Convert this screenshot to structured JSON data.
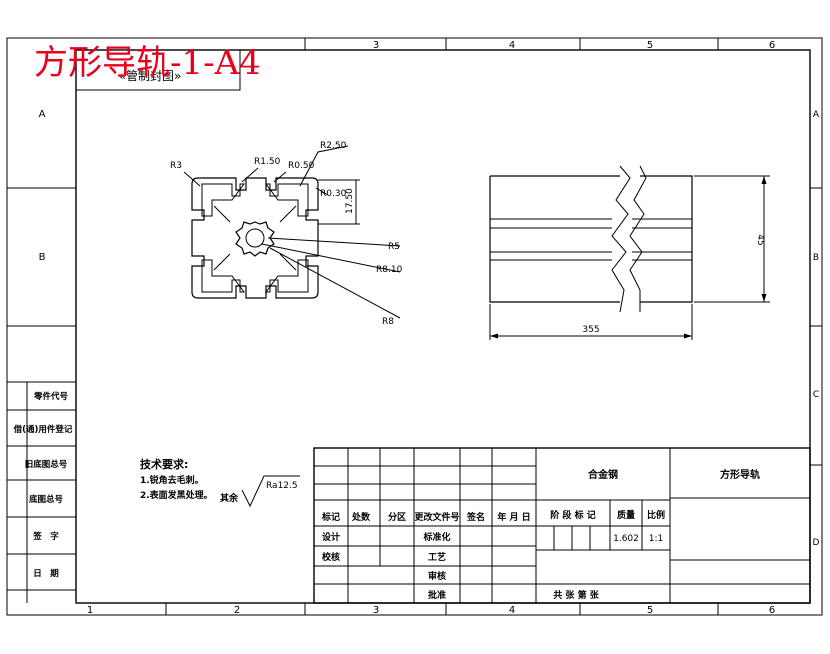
{
  "sheet": {
    "title": "方形导轨-1-A4",
    "stamp": "«管制封图»",
    "columns": [
      "1",
      "2",
      "3",
      "4",
      "5",
      "6"
    ],
    "rows": [
      "A",
      "B",
      "C",
      "D"
    ]
  },
  "side_panel": {
    "items": [
      "零件代号",
      "借(通)用件登记",
      "旧底图总号",
      "底图总号",
      "签　字",
      "日　期"
    ]
  },
  "drawing": {
    "section_labels": [
      "R3",
      "R1.50",
      "R0.50",
      "R2.50",
      "R0.30",
      "17.50",
      "R5",
      "R8.10",
      "R8"
    ],
    "length_dim": "355",
    "height_dim": "45"
  },
  "tech": {
    "title": "技术要求:",
    "lines": [
      "1.锐角去毛刺。",
      "2.表面发黑处理。"
    ],
    "roughness_prefix": "其余",
    "roughness_value": "Ra12.5"
  },
  "title_block": {
    "material": "合金钢",
    "part_name": "方形导轨",
    "header_row": [
      "标记",
      "处数",
      "分区",
      "更改文件号",
      "签名",
      "年 月 日"
    ],
    "roles_left": [
      "设计",
      "校核"
    ],
    "roles_mid": [
      "标准化",
      "工艺",
      "审核",
      "批准"
    ],
    "stage_header": [
      "阶 段 标 记",
      "质量",
      "比例"
    ],
    "mass": "1.602",
    "scale": "1:1",
    "sheet_info": "共 张 第 张"
  }
}
